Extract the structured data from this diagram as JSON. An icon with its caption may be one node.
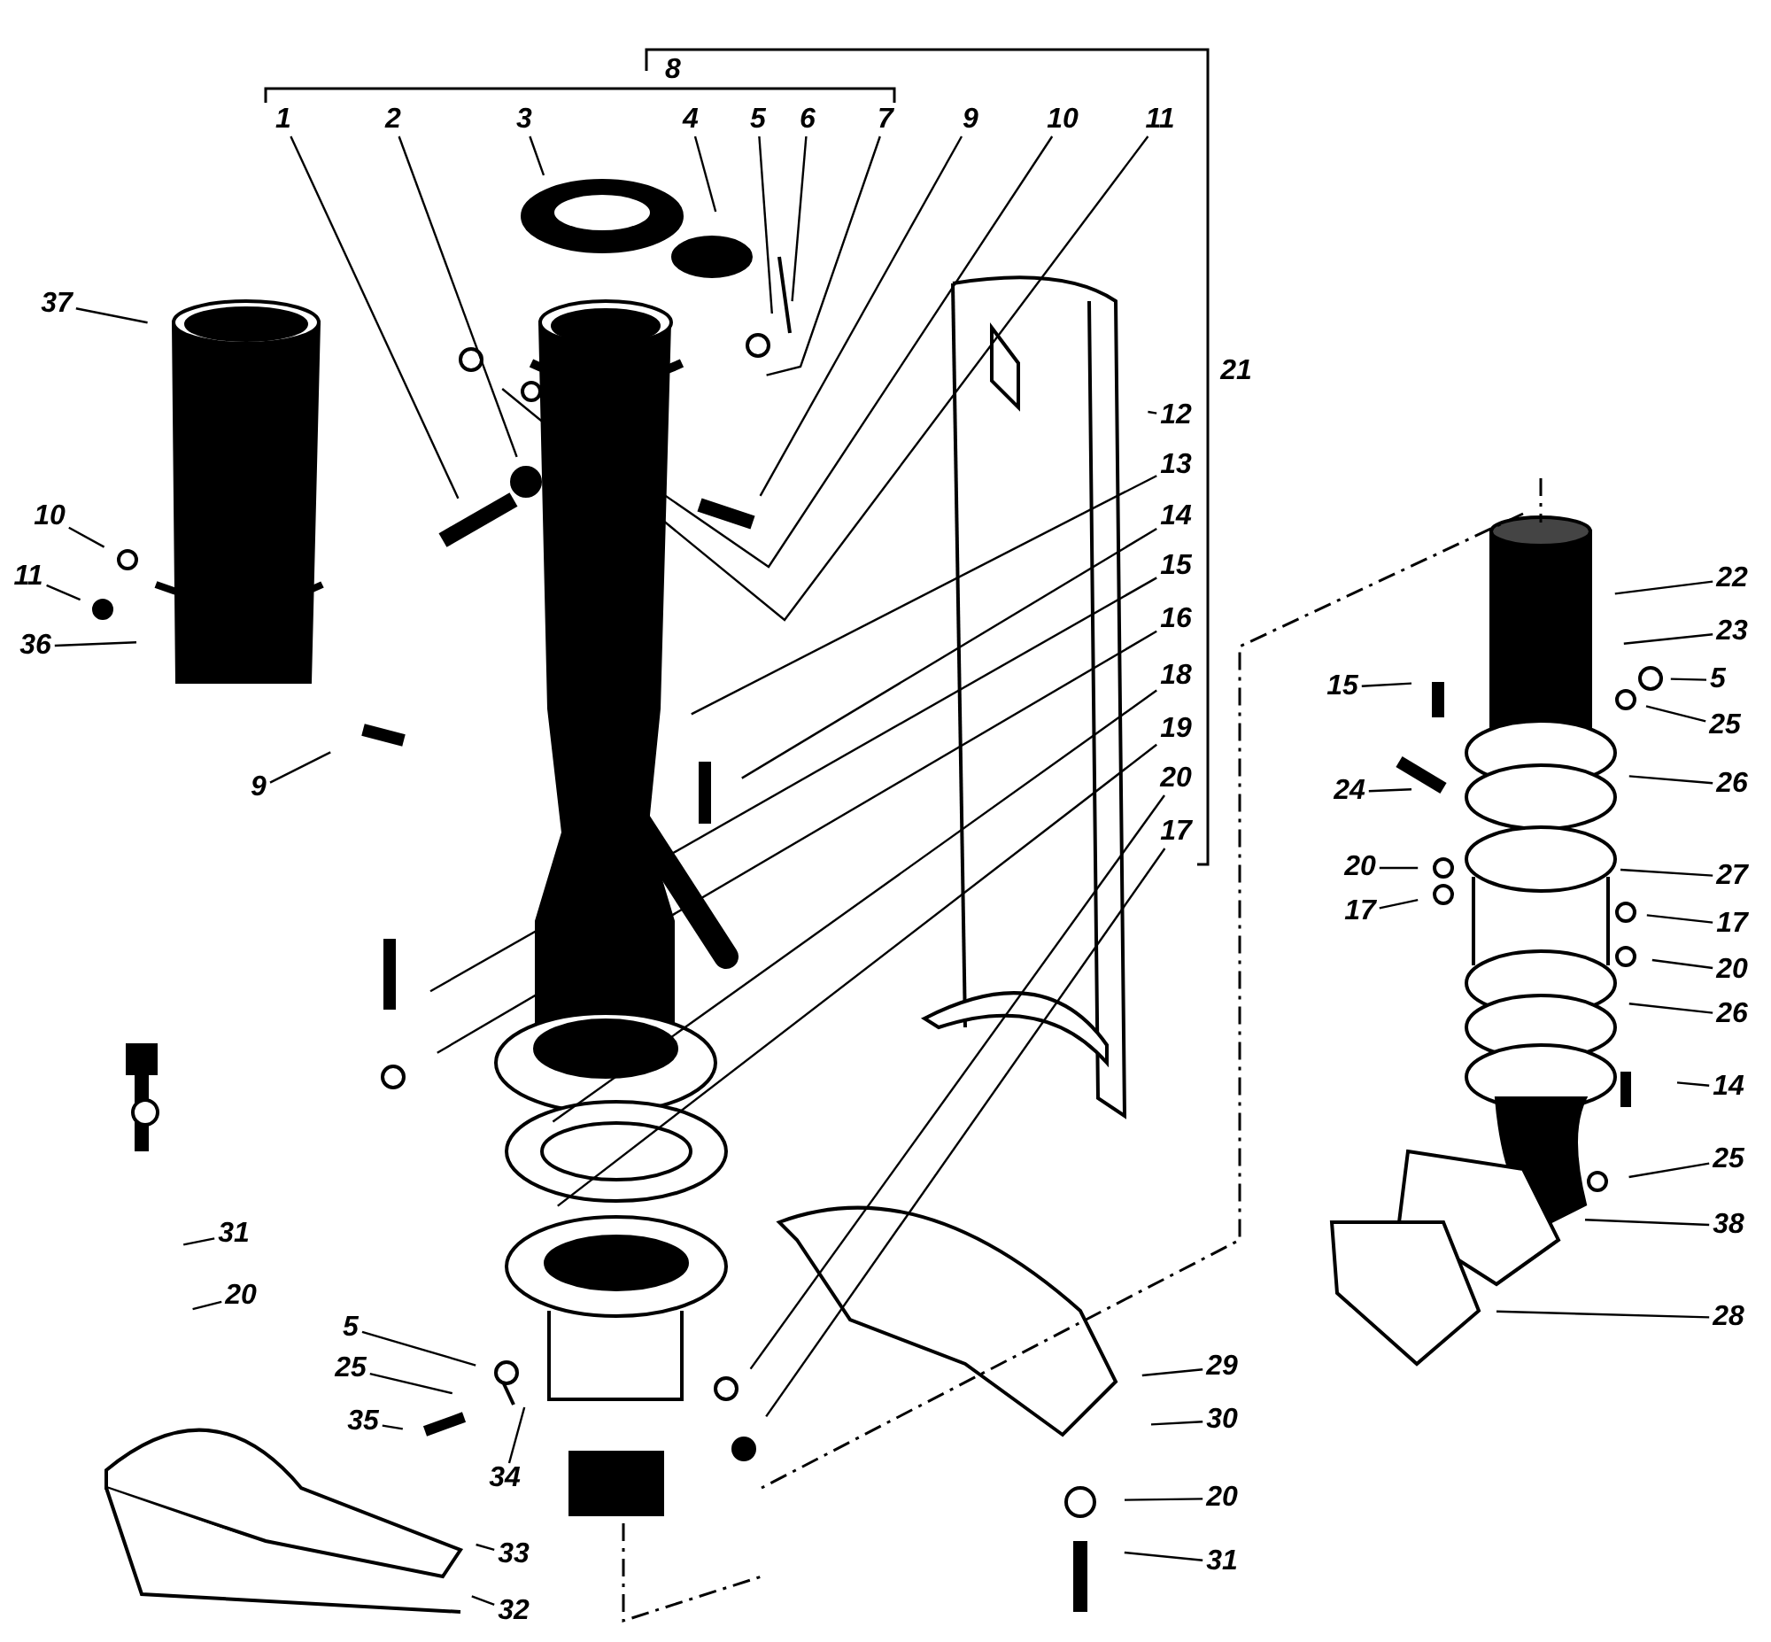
{
  "diagram": {
    "nodes": [
      {
        "text": [
          "1"
        ]
      },
      {
        "text": [
          "2"
        ]
      },
      {
        "text": [
          "3"
        ]
      },
      {
        "text": [
          "4"
        ]
      },
      {
        "text": [
          "5"
        ]
      },
      {
        "text": [
          "6"
        ]
      },
      {
        "text": [
          "7"
        ]
      },
      {
        "text": [
          "9"
        ]
      },
      {
        "text": [
          "10"
        ]
      },
      {
        "text": [
          "11"
        ]
      },
      {
        "text": [
          "37"
        ]
      },
      {
        "text": [
          "10"
        ]
      },
      {
        "text": [
          "11"
        ]
      },
      {
        "text": [
          "36"
        ]
      },
      {
        "text": [
          "9"
        ]
      },
      {
        "text": [
          "12"
        ]
      },
      {
        "text": [
          "13"
        ]
      },
      {
        "text": [
          "14"
        ]
      },
      {
        "text": [
          "15"
        ]
      },
      {
        "text": [
          "16"
        ]
      },
      {
        "text": [
          "18"
        ]
      },
      {
        "text": [
          "19"
        ]
      },
      {
        "text": [
          "20"
        ]
      },
      {
        "text": [
          "17"
        ]
      },
      {
        "text": [
          "22"
        ]
      },
      {
        "text": [
          "23"
        ]
      },
      {
        "text": [
          "5"
        ]
      },
      {
        "text": [
          "25"
        ]
      },
      {
        "text": [
          "15"
        ]
      },
      {
        "text": [
          "24"
        ]
      },
      {
        "text": [
          "26"
        ]
      },
      {
        "text": [
          "20"
        ]
      },
      {
        "text": [
          "17"
        ]
      },
      {
        "text": [
          "27"
        ]
      },
      {
        "text": [
          "17"
        ]
      },
      {
        "text": [
          "20"
        ]
      },
      {
        "text": [
          "26"
        ]
      },
      {
        "text": [
          "14"
        ]
      },
      {
        "text": [
          "25"
        ]
      },
      {
        "text": [
          "38"
        ]
      },
      {
        "text": [
          "28"
        ]
      },
      {
        "text": [
          "31"
        ]
      },
      {
        "text": [
          "20"
        ]
      },
      {
        "text": [
          "5"
        ]
      },
      {
        "text": [
          "25"
        ]
      },
      {
        "text": [
          "35"
        ]
      },
      {
        "text": [
          "34"
        ]
      },
      {
        "text": [
          "33"
        ]
      },
      {
        "text": [
          "32"
        ]
      },
      {
        "text": [
          "29"
        ]
      },
      {
        "text": [
          "30"
        ]
      },
      {
        "text": [
          "20"
        ]
      },
      {
        "text": [
          "31"
        ]
      }
    ],
    "edges": [
      {
        "from": 0,
        "to": null,
        "arrow": "none"
      },
      {
        "from": 1,
        "to": null,
        "arrow": "none"
      },
      {
        "from": 2,
        "to": null,
        "arrow": "none"
      },
      {
        "from": 3,
        "to": null,
        "arrow": "none"
      },
      {
        "from": 4,
        "to": null,
        "arrow": "none"
      },
      {
        "from": 5,
        "to": null,
        "arrow": "none"
      },
      {
        "from": 6,
        "to": null,
        "arrow": "none"
      },
      {
        "from": 7,
        "to": null,
        "arrow": "none"
      },
      {
        "from": 8,
        "to": null,
        "arrow": "none"
      },
      {
        "from": 9,
        "to": null,
        "arrow": "none"
      },
      {
        "from": 10,
        "to": null,
        "arrow": "none"
      },
      {
        "from": 11,
        "to": null,
        "arrow": "none"
      },
      {
        "from": 12,
        "to": null,
        "arrow": "none"
      },
      {
        "from": 13,
        "to": null,
        "arrow": "none"
      },
      {
        "from": 14,
        "to": null,
        "arrow": "none"
      },
      {
        "from": 15,
        "to": null,
        "arrow": "none"
      },
      {
        "from": 16,
        "to": null,
        "arrow": "none"
      },
      {
        "from": 17,
        "to": null,
        "arrow": "none"
      },
      {
        "from": 18,
        "to": null,
        "arrow": "none"
      },
      {
        "from": 19,
        "to": null,
        "arrow": "none"
      },
      {
        "from": 20,
        "to": null,
        "arrow": "none"
      },
      {
        "from": 21,
        "to": null,
        "arrow": "none"
      },
      {
        "from": 22,
        "to": null,
        "arrow": "none"
      },
      {
        "from": 23,
        "to": null,
        "arrow": "none"
      },
      {
        "from": 24,
        "to": null,
        "arrow": "none"
      },
      {
        "from": 25,
        "to": null,
        "arrow": "none"
      },
      {
        "from": 26,
        "to": null,
        "arrow": "none"
      },
      {
        "from": 27,
        "to": null,
        "arrow": "none"
      },
      {
        "from": 28,
        "to": null,
        "arrow": "none"
      },
      {
        "from": 29,
        "to": null,
        "arrow": "none"
      },
      {
        "from": 30,
        "to": null,
        "arrow": "none"
      },
      {
        "from": 31,
        "to": null,
        "arrow": "none"
      },
      {
        "from": 32,
        "to": null,
        "arrow": "none"
      },
      {
        "from": 33,
        "to": null,
        "arrow": "none"
      },
      {
        "from": 34,
        "to": null,
        "arrow": "none"
      },
      {
        "from": 35,
        "to": null,
        "arrow": "none"
      },
      {
        "from": 36,
        "to": null,
        "arrow": "none"
      },
      {
        "from": 37,
        "to": null,
        "arrow": "none"
      },
      {
        "from": 38,
        "to": null,
        "arrow": "none"
      },
      {
        "from": 39,
        "to": null,
        "arrow": "none"
      },
      {
        "from": 40,
        "to": null,
        "arrow": "none"
      },
      {
        "from": 41,
        "to": null,
        "arrow": "none"
      },
      {
        "from": 42,
        "to": null,
        "arrow": "none"
      },
      {
        "from": 43,
        "to": null,
        "arrow": "none"
      },
      {
        "from": 44,
        "to": null,
        "arrow": "none"
      },
      {
        "from": 45,
        "to": null,
        "arrow": "none"
      },
      {
        "from": 46,
        "to": null,
        "arrow": "none"
      },
      {
        "from": 47,
        "to": null,
        "arrow": "none"
      },
      {
        "from": 48,
        "to": null,
        "arrow": "none"
      },
      {
        "from": 49,
        "to": null,
        "arrow": "none"
      },
      {
        "from": 50,
        "to": null,
        "arrow": "none"
      },
      {
        "from": 51,
        "to": null,
        "arrow": "none"
      },
      {
        "from": 52,
        "to": null,
        "arrow": "none"
      }
    ],
    "labels": [
      "8",
      "21"
    ]
  }
}
